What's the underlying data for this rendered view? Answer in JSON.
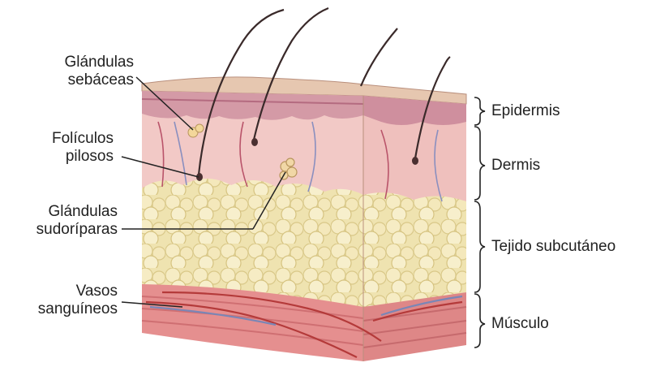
{
  "left_labels": {
    "sebaceous_line1": "Glándulas",
    "sebaceous_line2": "sebáceas",
    "follicles_line1": "Folículos",
    "follicles_line2": "pilosos",
    "sweat_line1": "Glándulas",
    "sweat_line2": "sudoríparas",
    "vessels_line1": "Vasos",
    "vessels_line2": "sanguíneos"
  },
  "right_labels": {
    "epidermis": "Epidermis",
    "dermis": "Dermis",
    "subcutaneous": "Tejido subcutáneo",
    "muscle": "Músculo"
  },
  "colors": {
    "epidermis": "#d49aa6",
    "epidermis_dark": "#b46b80",
    "dermis": "#f2c9c6",
    "fat": "#efe3b0",
    "fat_shadow": "#d9c888",
    "muscle": "#e58f8f",
    "muscle_dark": "#cf6f72",
    "hair": "#3a2a2a",
    "vessel_red": "#b43a3a",
    "vessel_blue": "#7a86b6",
    "line": "#222222"
  }
}
